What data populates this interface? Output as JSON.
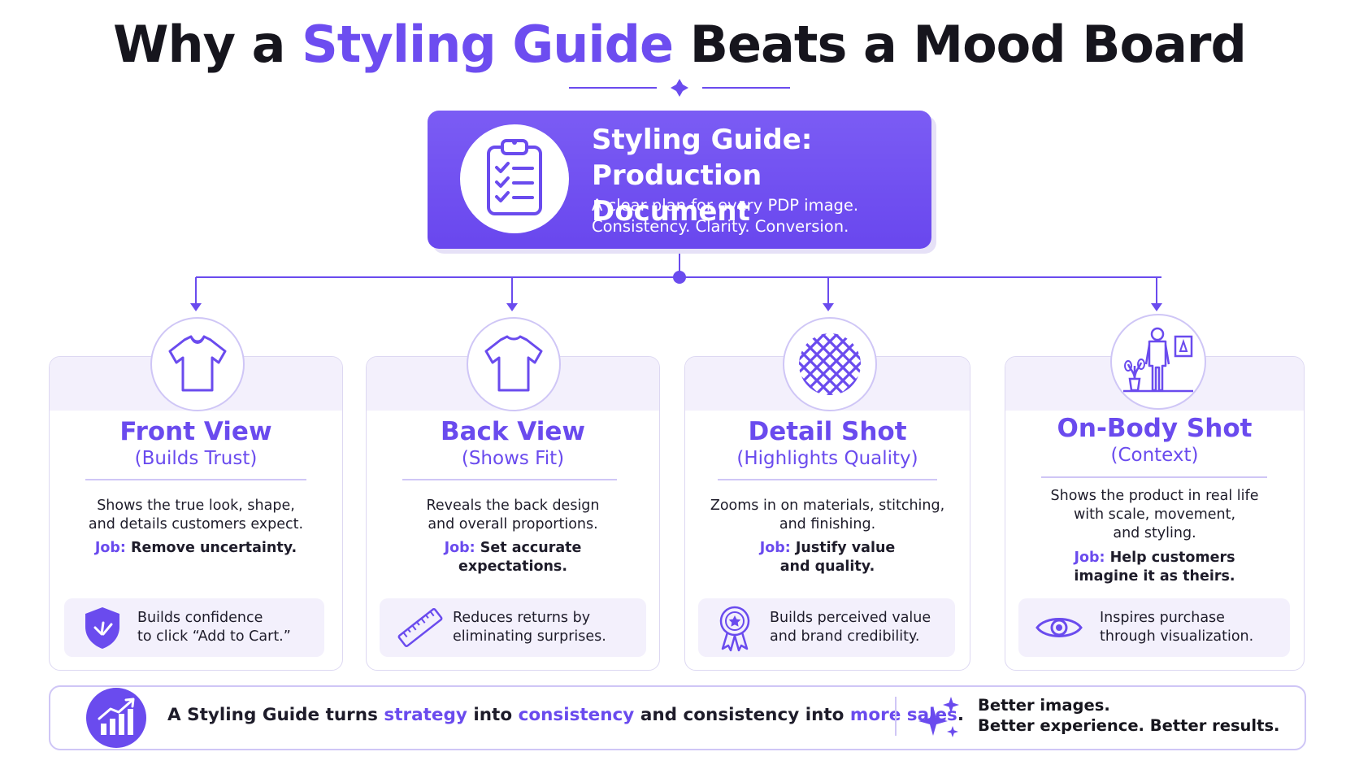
{
  "title": {
    "prefix": "Why a",
    "accent": "Styling Guide",
    "suffix": "Beats a Mood Board"
  },
  "main_box": {
    "icon": "clipboard-checklist-icon",
    "title_line1": "Styling Guide:",
    "title_line2": "Production Document",
    "subtitle_line1": "A clear plan for every PDP image.",
    "subtitle_line2": "Consistency. Clarity. Conversion."
  },
  "cards": [
    {
      "icon": "tshirt-front-icon",
      "title": "Front View",
      "subtitle": "(Builds Trust)",
      "desc_line1": "Shows the true look, shape,",
      "desc_line2": "and details customers expect.",
      "desc_line3": "",
      "job_label": "Job:",
      "job_line1": "Remove uncertainty.",
      "job_line2": "",
      "benefit_icon": "shield-check-icon",
      "benefit_line1": "Builds confidence",
      "benefit_line2": "to click “Add to Cart.”"
    },
    {
      "icon": "tshirt-back-icon",
      "title": "Back View",
      "subtitle": "(Shows Fit)",
      "desc_line1": "Reveals the back design",
      "desc_line2": "and overall proportions.",
      "desc_line3": "",
      "job_label": "Job:",
      "job_line1": "Set accurate",
      "job_line2": "expectations.",
      "benefit_icon": "ruler-icon",
      "benefit_line1": "Reduces returns by",
      "benefit_line2": "eliminating surprises."
    },
    {
      "icon": "fabric-weave-icon",
      "title": "Detail Shot",
      "subtitle": "(Highlights Quality)",
      "desc_line1": "Zooms in on materials, stitching,",
      "desc_line2": "and finishing.",
      "desc_line3": "",
      "job_label": "Job:",
      "job_line1": "Justify value",
      "job_line2": "and quality.",
      "benefit_icon": "award-ribbon-icon",
      "benefit_line1": "Builds perceived value",
      "benefit_line2": "and brand credibility."
    },
    {
      "icon": "person-in-room-icon",
      "title": "On-Body Shot",
      "subtitle": "(Context)",
      "desc_line1": "Shows the product in real life",
      "desc_line2": "with scale, movement,",
      "desc_line3": "and styling.",
      "job_label": "Job:",
      "job_line1": "Help customers",
      "job_line2": "imagine it as theirs.",
      "benefit_icon": "eye-icon",
      "benefit_line1": "Inspires purchase",
      "benefit_line2": "through visualization."
    }
  ],
  "bottom": {
    "icon": "growth-chart-icon",
    "s1": "A Styling Guide turns",
    "s2": "strategy",
    "s3": "into",
    "s4": "consistency",
    "s5": "and consistency into",
    "s6": "more sales",
    "s7": ".",
    "sparkle_icon": "sparkles-icon",
    "right_line1": "Better images.",
    "right_line2": "Better experience. Better results."
  },
  "colors": {
    "accent": "#6a4bee",
    "accent_light": "#f3f0fc",
    "border": "#cfc6f6",
    "text": "#1e1c2a"
  }
}
